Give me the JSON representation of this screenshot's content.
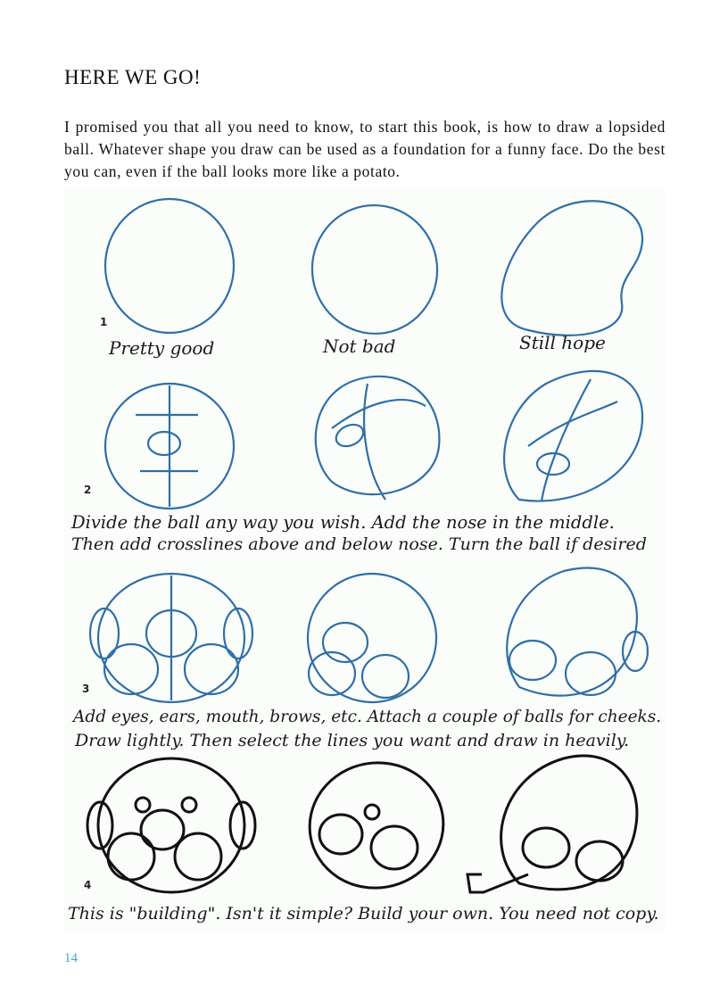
{
  "heading": "HERE WE GO!",
  "intro": "I promised you that all you need to know, to start this book, is how to draw a lopsided ball. Whatever shape you draw can be used as a foundation for a funny face. Do the best you can, even if the ball looks more like a potato.",
  "illustration": {
    "row1": {
      "number": "1",
      "captions": [
        "Pretty good",
        "Not bad",
        "Still hope"
      ]
    },
    "row2": {
      "number": "2",
      "caption_line1": "Divide the ball any way you wish. Add the nose in the middle.",
      "caption_line2": "Then add crosslines above and below nose. Turn the ball if desired"
    },
    "row3": {
      "number": "3",
      "caption_line1": "Add eyes, ears, mouth, brows, etc. Attach a couple of balls for cheeks.",
      "caption_line2": "Draw lightly. Then select the lines you want and draw in heavily."
    },
    "row4": {
      "number": "4",
      "caption": "This is \"building\". Isn't it simple? Build your own. You need not copy."
    },
    "colors": {
      "sketch": "#2f6fa8",
      "ink": "#111111"
    }
  },
  "page_number": "14"
}
